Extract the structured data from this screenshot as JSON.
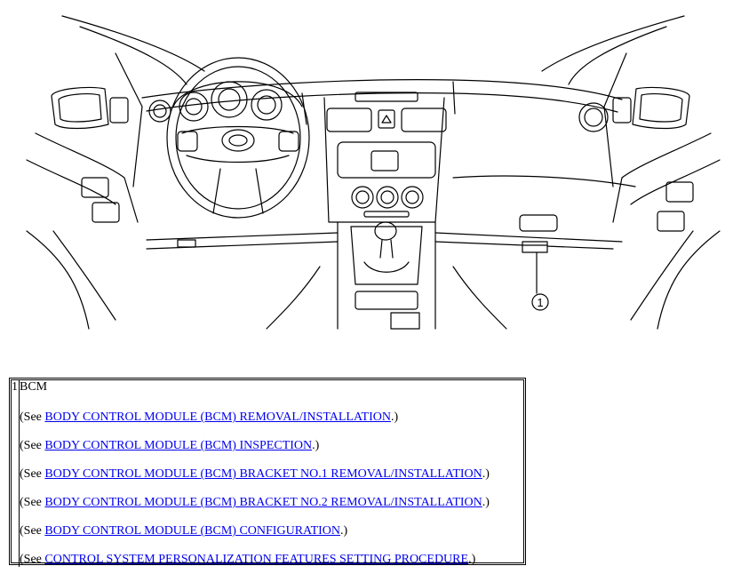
{
  "illustration": {
    "callout_number": "1"
  },
  "legend": {
    "item_number": "1",
    "item_title": "BCM",
    "see_prefix": "(See ",
    "see_suffix": ".)",
    "references": [
      "BODY CONTROL MODULE (BCM) REMOVAL/INSTALLATION",
      "BODY CONTROL MODULE (BCM) INSPECTION",
      "BODY CONTROL MODULE (BCM) BRACKET NO.1 REMOVAL/INSTALLATION",
      "BODY CONTROL MODULE (BCM) BRACKET NO.2 REMOVAL/INSTALLATION",
      "BODY CONTROL MODULE (BCM) CONFIGURATION",
      "CONTROL SYSTEM PERSONALIZATION FEATURES SETTING PROCEDURE"
    ],
    "link_color": "#0000ee"
  }
}
